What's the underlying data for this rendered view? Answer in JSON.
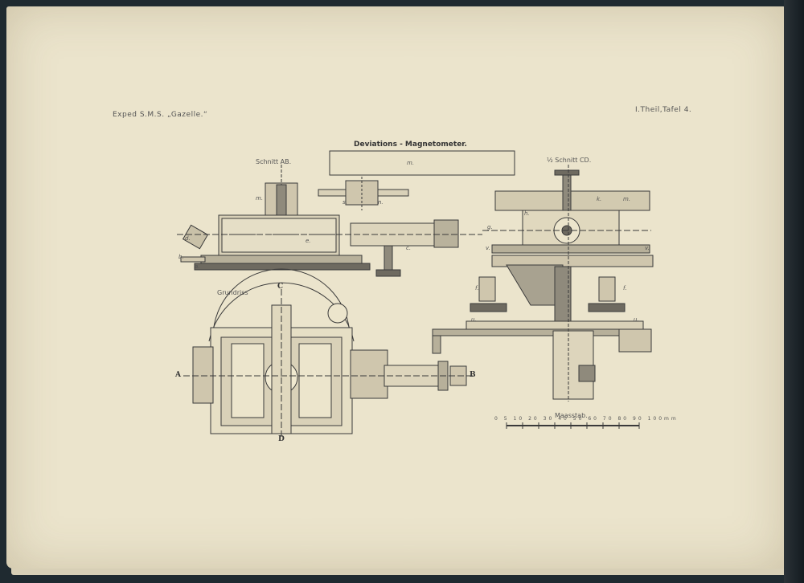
{
  "header": {
    "left": "Exped S.M.S. „Gazelle.“",
    "right": "I.Theil,Tafel 4."
  },
  "plate": {
    "title": "Deviations - Magnetometer.",
    "section_ab": "Schnitt AB.",
    "section_cd": "½ Schnitt CD.",
    "plan": "Grundriss",
    "scale_label": "Maasstab.",
    "scale_ticks": [
      "0",
      "5",
      "10",
      "20",
      "30",
      "40",
      "50",
      "60",
      "70",
      "80",
      "90",
      "100mm"
    ]
  },
  "points": {
    "A": "A",
    "B": "B",
    "C": "C",
    "D": "D"
  },
  "part_letters": [
    "m.",
    "a.",
    "b.",
    "c.",
    "d.",
    "e.",
    "f.",
    "g.",
    "h.",
    "k.",
    "n.",
    "s.",
    "u.",
    "v."
  ]
}
